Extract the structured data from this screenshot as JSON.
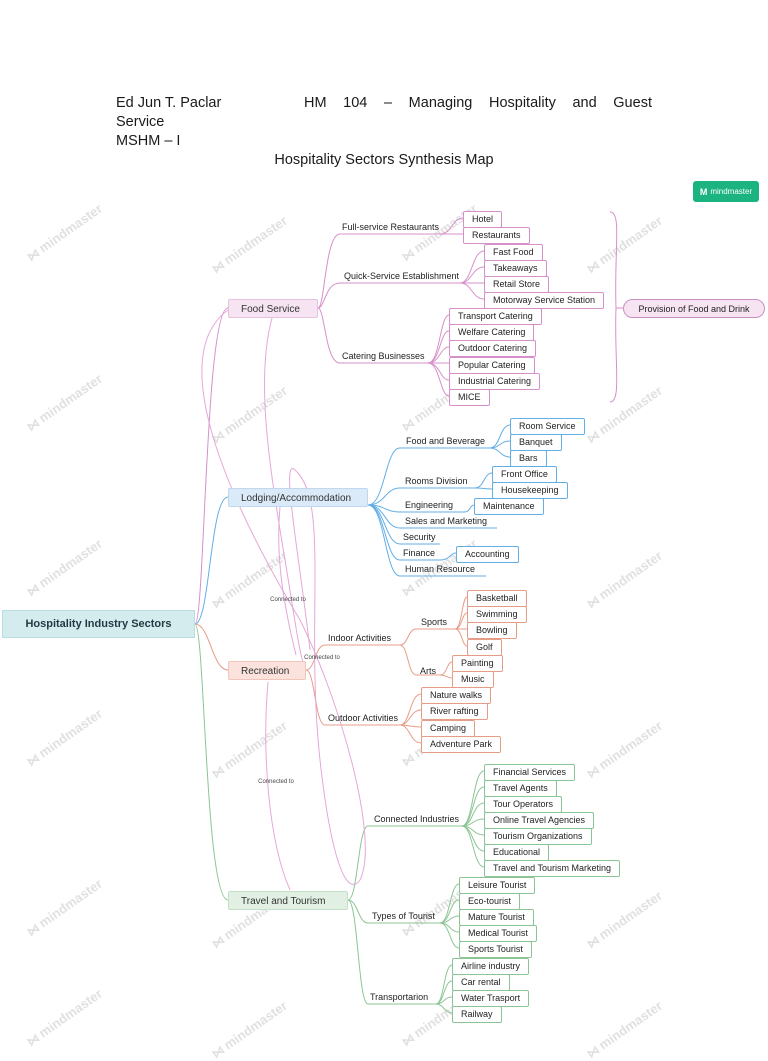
{
  "header": {
    "author": "Ed Jun T. Paclar",
    "course_words": [
      "HM",
      "104",
      "–",
      "Managing",
      "Hospitality",
      "and",
      "Guest"
    ],
    "course_cont": "Service",
    "program": "MSHM – I",
    "map_title": "Hospitality Sectors Synthesis Map"
  },
  "badge": {
    "logo": "M",
    "label": "mindmaster"
  },
  "watermark": "mindmaster",
  "root": "Hospitality Industry Sectors",
  "categories": {
    "food": "Food Service",
    "lodging": "Lodging/Accommodation",
    "recreation": "Recreation",
    "travel": "Travel and Tourism"
  },
  "food": {
    "full_service": "Full-service Restaurants",
    "full_service_items": [
      "Hotel",
      "Restaurants"
    ],
    "quick_service": "Quick-Service Establishment",
    "quick_service_items": [
      "Fast Food",
      "Takeaways",
      "Retail Store",
      "Motorway Service Station"
    ],
    "catering": "Catering Businesses",
    "catering_items": [
      "Transport Catering",
      "Welfare Catering",
      "Outdoor Catering",
      "Popular Catering",
      "Industrial Catering",
      "MICE"
    ],
    "summary": "Provision of Food and Drink"
  },
  "lodging": {
    "fnb": "Food and Beverage",
    "fnb_items": [
      "Room Service",
      "Banquet",
      "Bars"
    ],
    "rooms": "Rooms Division",
    "rooms_items": [
      "Front Office",
      "Housekeeping"
    ],
    "engineering": "Engineering",
    "engineering_items": [
      "Maintenance"
    ],
    "sales": "Sales and Marketing",
    "security": "Security",
    "finance": "Finance",
    "finance_items": [
      "Accounting"
    ],
    "hr": "Human Resource"
  },
  "recreation": {
    "indoor": "Indoor Activities",
    "sports": "Sports",
    "sports_items": [
      "Basketball",
      "Swimming",
      "Bowling",
      "Golf"
    ],
    "arts": "Arts",
    "arts_items": [
      "Painting",
      "Music"
    ],
    "outdoor": "Outdoor Activities",
    "outdoor_items": [
      "Nature walks",
      "River rafting",
      "Camping",
      "Adventure Park"
    ]
  },
  "travel": {
    "connected": "Connected Industries",
    "connected_items": [
      "Financial Services",
      "Travel Agents",
      "Tour Operators",
      "Online Travel Agencies",
      "Tourism Organizations",
      "Educational",
      "Travel and Tourism Marketing"
    ],
    "types": "Types of Tourist",
    "types_items": [
      "Leisure Tourist",
      "Eco-tourist",
      "Mature Tourist",
      "Medical Tourist",
      "Sports Tourist"
    ],
    "transport": "Transportarion",
    "transport_items": [
      "Airline industry",
      "Car rental",
      "Water Trasport",
      "Railway"
    ]
  },
  "relations": {
    "connected_to": "Connected to"
  },
  "colors": {
    "food": "#d690c9",
    "lodging": "#62aee6",
    "recreation": "#e69d88",
    "travel": "#8cc595",
    "badge": "#1bb37f"
  }
}
